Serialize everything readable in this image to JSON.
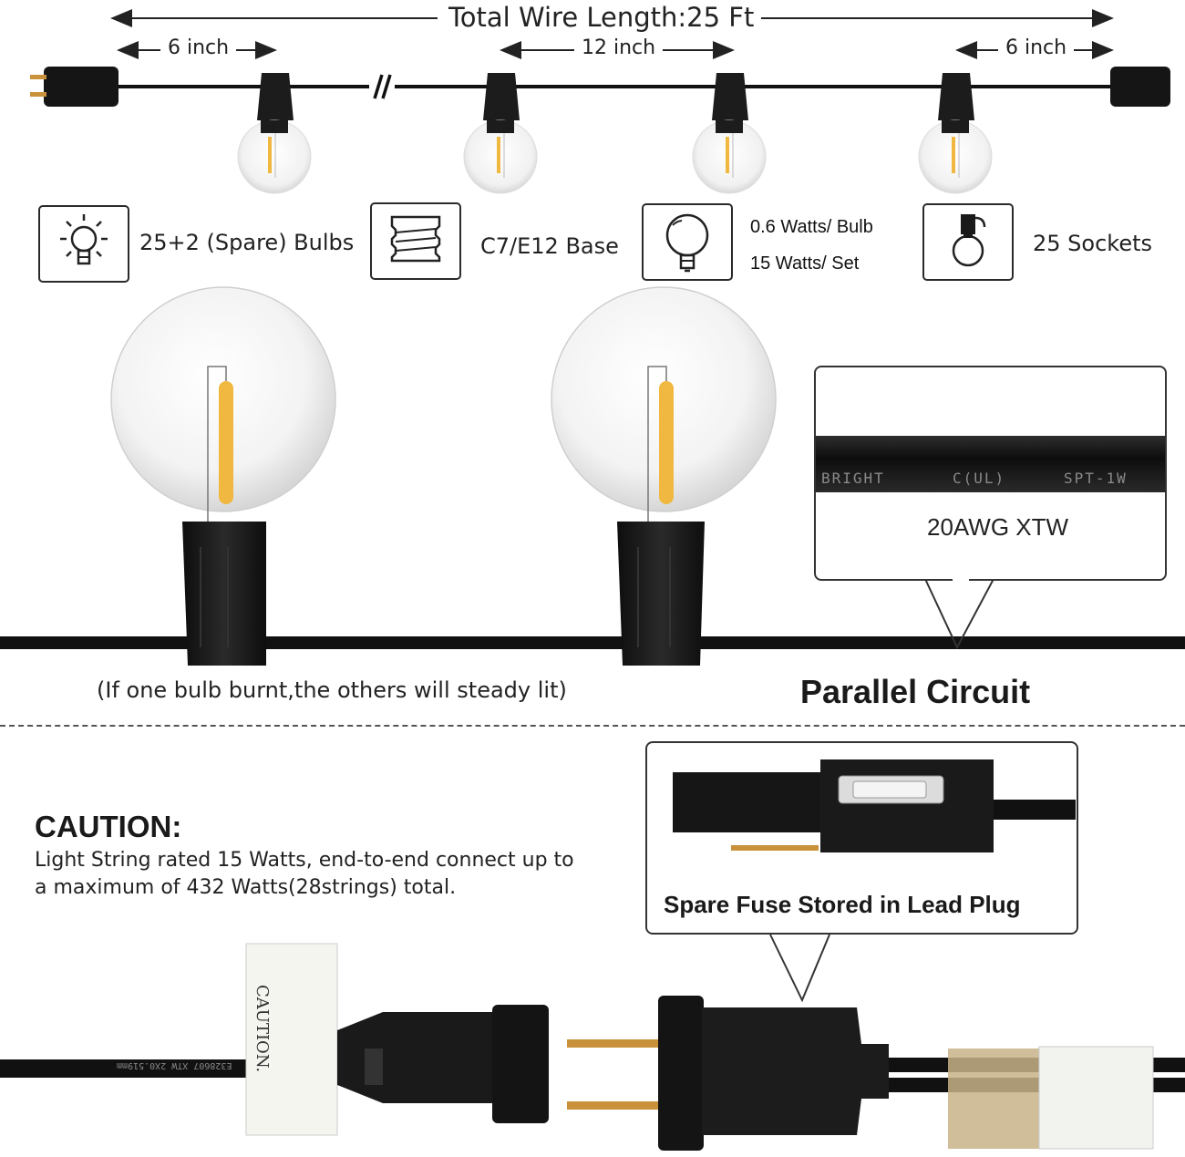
{
  "dimensions": {
    "total_wire_length": "Total Wire Length:25 Ft",
    "left_spacing": "6 inch",
    "middle_spacing": "12 inch",
    "right_spacing": "6 inch"
  },
  "specs": {
    "bulbs": "25+2 (Spare) Bulbs",
    "base": "C7/E12 Base",
    "watts_per_bulb": "0.6 Watts/ Bulb",
    "watts_per_set": "15 Watts/ Set",
    "sockets": "25 Sockets"
  },
  "wire_callout": {
    "cable_print": [
      "BRIGHT",
      "C(UL)",
      "SPT-1W"
    ],
    "gauge": "20AWG XTW"
  },
  "circuit": {
    "note": "(If one bulb burnt,the others will steady lit)",
    "title": "Parallel Circuit"
  },
  "caution": {
    "title": "CAUTION:",
    "line1": "Light String rated  15   Watts, end-to-end connect up to",
    "line2": "a maximum of 432 Watts(28strings) total."
  },
  "fuse_callout": {
    "label": "Spare Fuse Stored in Lead Plug"
  },
  "plug_labels": {
    "tag_caution": "CAUTION.",
    "cord_print": "E328607 XTW 2X0.519mm"
  },
  "colors": {
    "wire": "#111111",
    "filament": "#f0b840",
    "socket": "#1c1c1c"
  }
}
